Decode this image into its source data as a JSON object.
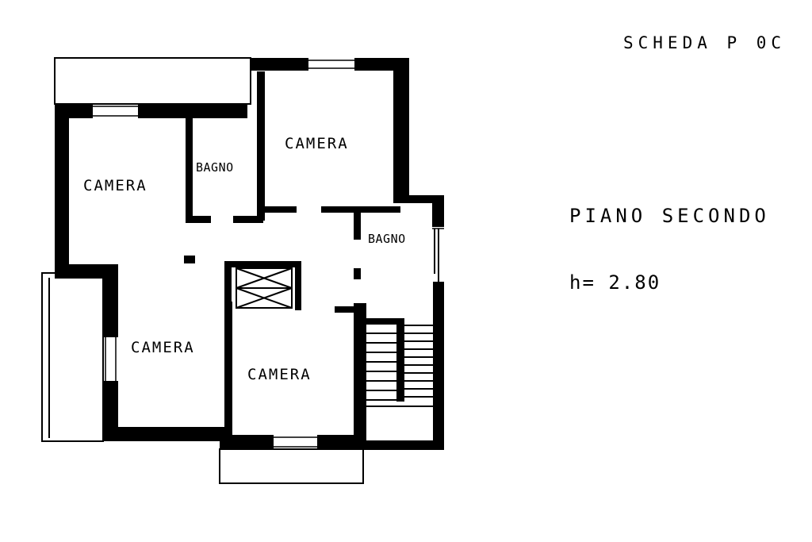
{
  "sheet": {
    "label": "SCHEDA   P 0C"
  },
  "floor": {
    "label": "PIANO   SECONDO",
    "height": "h= 2.80"
  },
  "rooms": [
    {
      "id": "camera-nw",
      "label": "CAMERA"
    },
    {
      "id": "bagno-n",
      "label": "BAGNO"
    },
    {
      "id": "camera-ne",
      "label": "CAMERA"
    },
    {
      "id": "bagno-e",
      "label": "BAGNO"
    },
    {
      "id": "camera-sw",
      "label": "CAMERA"
    },
    {
      "id": "camera-s",
      "label": "CAMERA"
    }
  ],
  "colors": {
    "ink": "#000000",
    "paper": "#ffffff"
  }
}
